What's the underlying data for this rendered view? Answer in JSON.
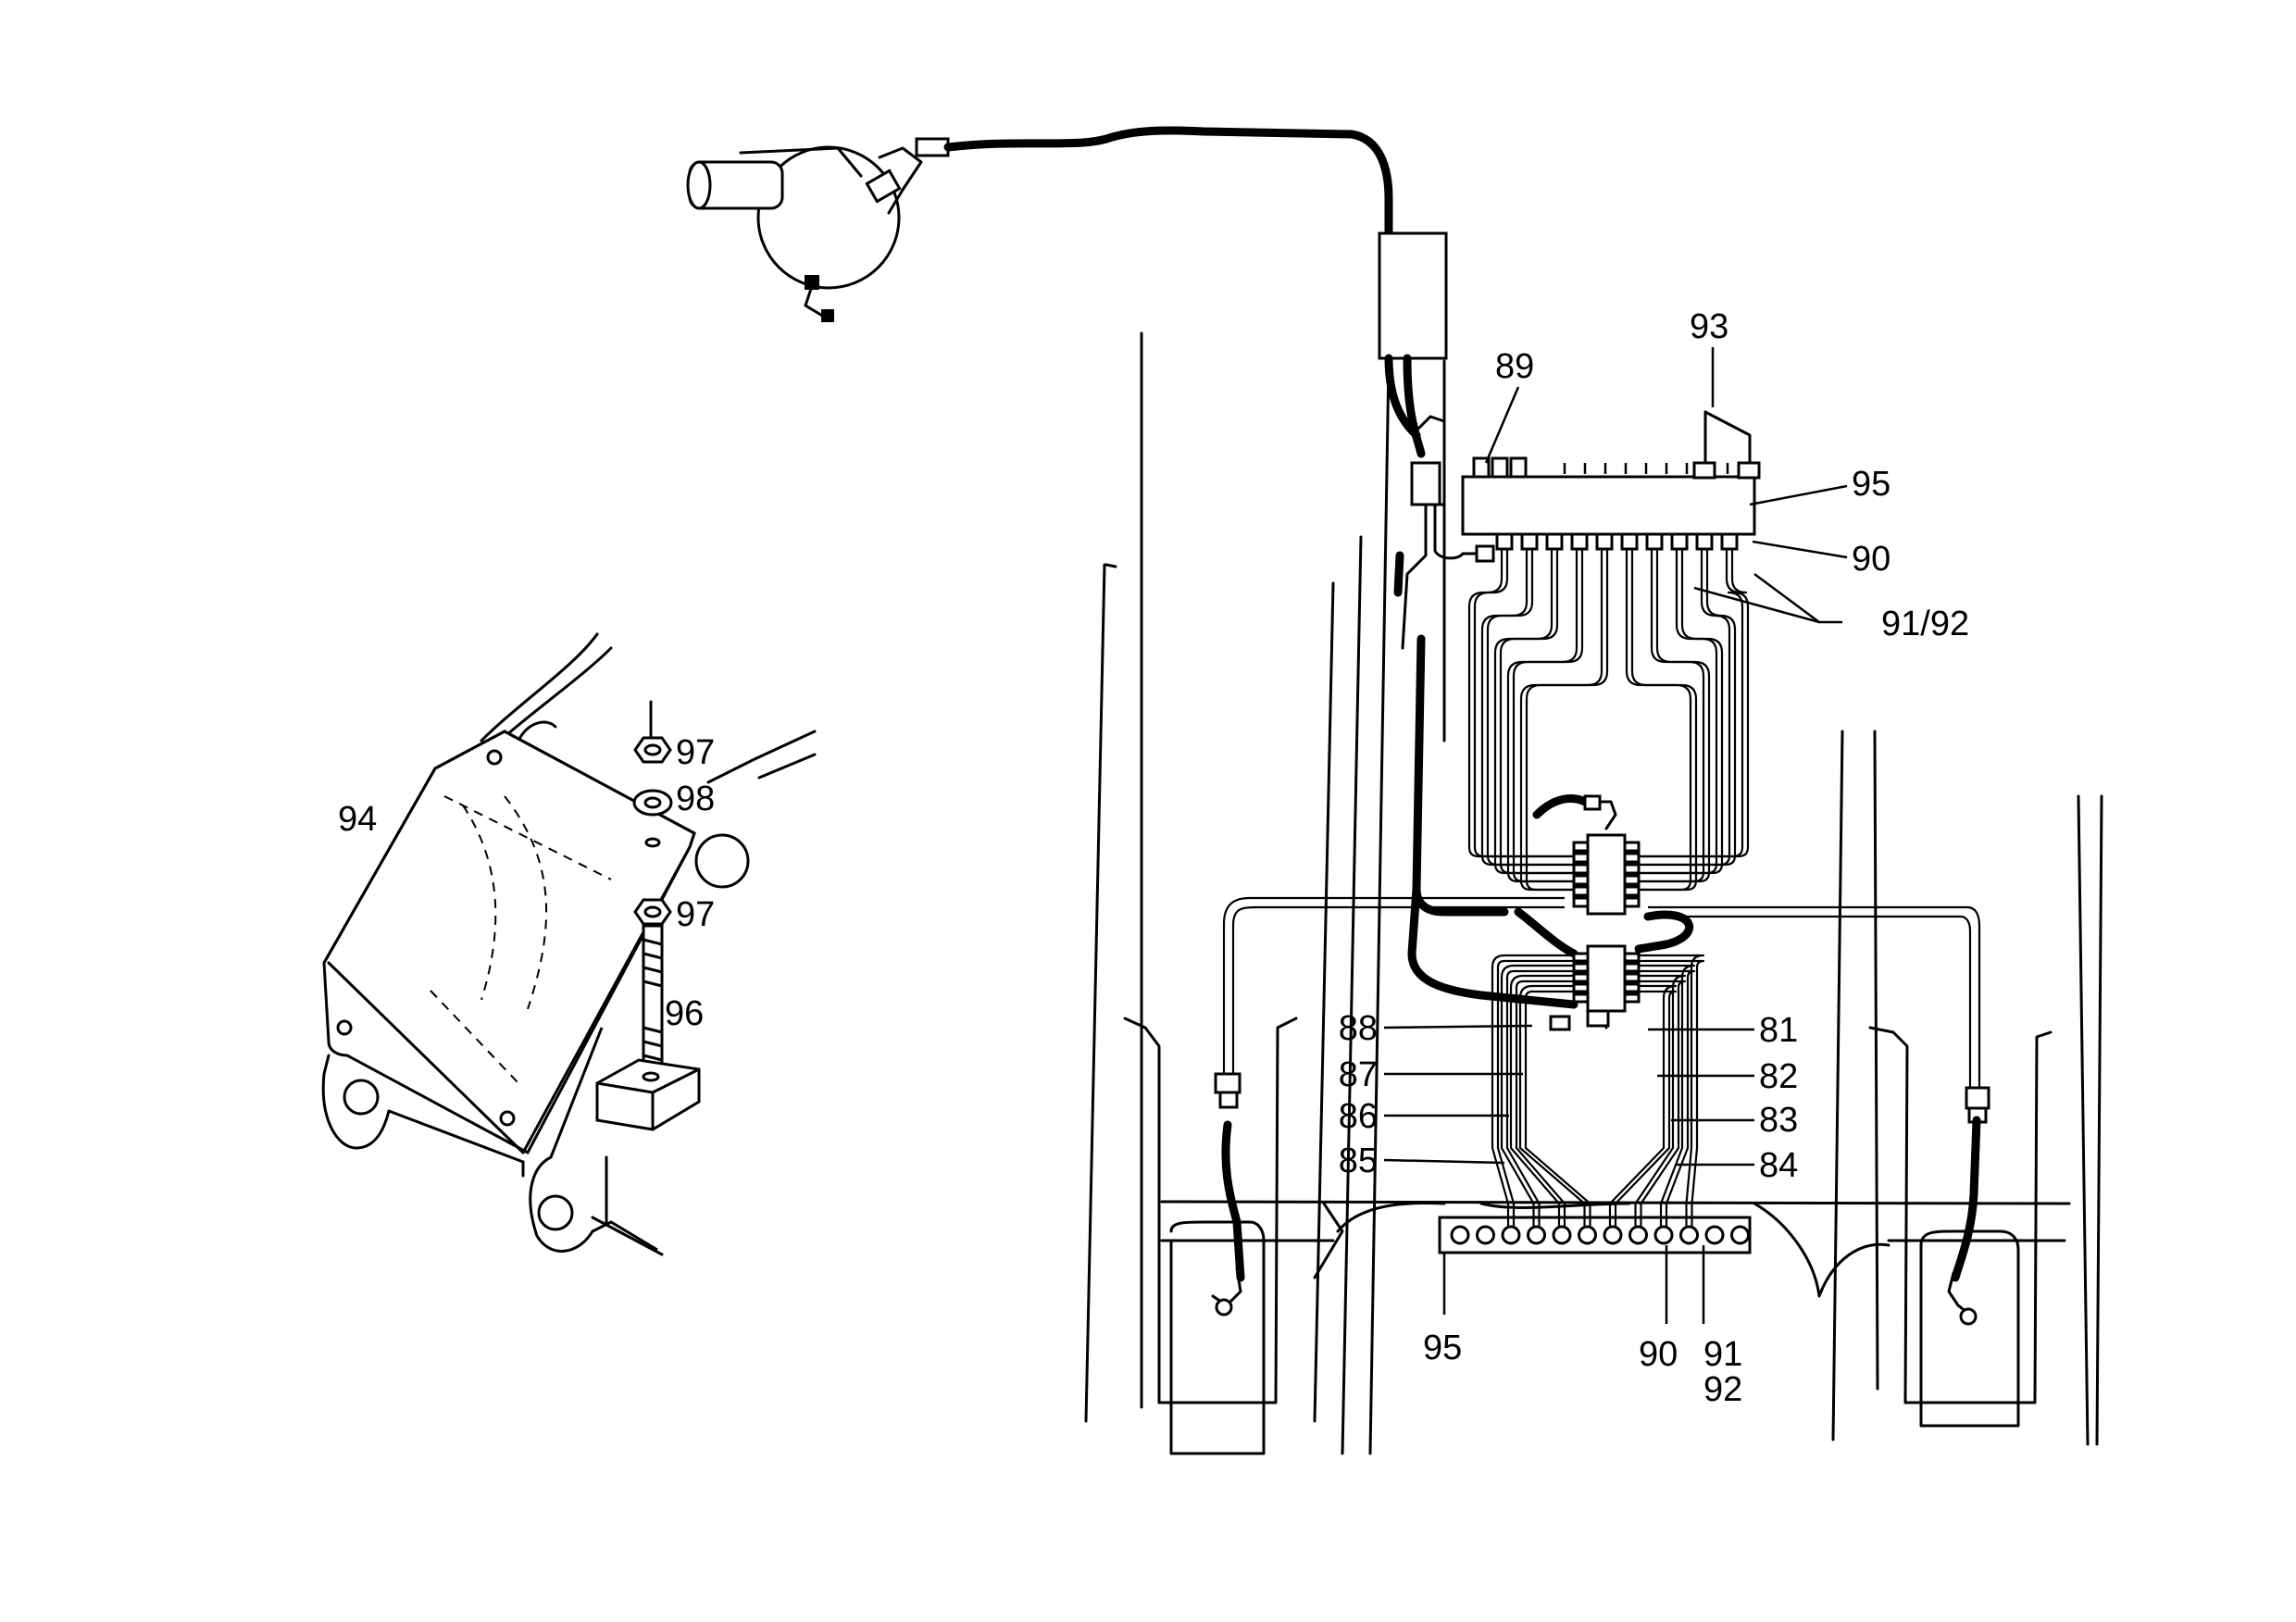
{
  "labels": {
    "l93": "93",
    "l89": "89",
    "l95_top": "95",
    "l90_top": "90",
    "l91_92": "91/92",
    "l94": "94",
    "l97_top": "97",
    "l98": "98",
    "l97_bottom": "97",
    "l96": "96",
    "l88": "88",
    "l87": "87",
    "l86": "86",
    "l85": "85",
    "l81": "81",
    "l82": "82",
    "l83": "83",
    "l84": "84",
    "l95_bottom": "95",
    "l90_bottom": "90",
    "l91_bottom": "91",
    "l92_bottom": "92"
  }
}
